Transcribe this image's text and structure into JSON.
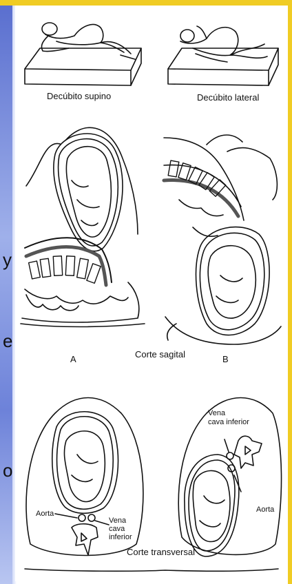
{
  "side_text": [
    "y",
    "e",
    "o"
  ],
  "labels": {
    "supine": "Decúbito supino",
    "lateral": "Decúbito lateral",
    "a": "A",
    "sagittal": "Corte sagital",
    "b": "B",
    "aorta_left": "Aorta",
    "vena_left_1": "Vena",
    "vena_left_2": "cava",
    "vena_left_3": "inferior",
    "transverse": "Corte transversal",
    "vena_right_1": "Vena",
    "vena_right_2": "cava inferior",
    "aorta_right": "Aorta"
  }
}
